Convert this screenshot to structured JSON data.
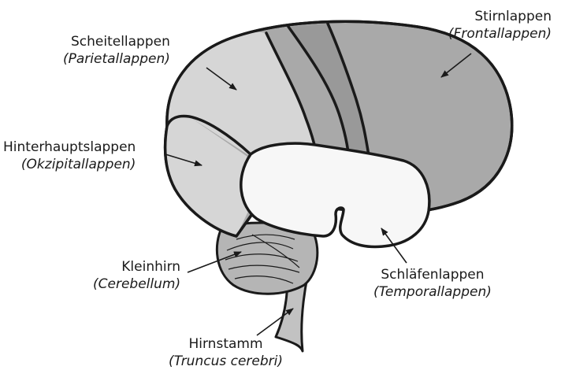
{
  "labels": {
    "stirnlappen": {
      "name": "Stirnlappen",
      "latin": "(Frontallappen)"
    },
    "scheitellappen": {
      "name": "Scheitellappen",
      "latin": "(Parietallappen)"
    },
    "hinterhauptslappen": {
      "name": "Hinterhauptslappen",
      "latin": "(Okzipitallappen)"
    },
    "kleinhirn": {
      "name": "Kleinhirn",
      "latin": "(Cerebellum)"
    },
    "schlaefenlappen": {
      "name": "Schläfenlappen",
      "latin": "(Temporallappen)"
    },
    "hirnstamm": {
      "name": "Hirnstamm",
      "latin": "(Truncus cerebri)"
    }
  },
  "colors": {
    "outline": "#1a1a1a",
    "frontal": "#a9a9a9",
    "parietal": "#d6d6d6",
    "occipital": "#d6d6d6",
    "temporal": "#f7f7f7",
    "cerebellum": "#b5b5b5",
    "brainstem": "#c2c2c2",
    "sulcus_band": "#999999"
  }
}
